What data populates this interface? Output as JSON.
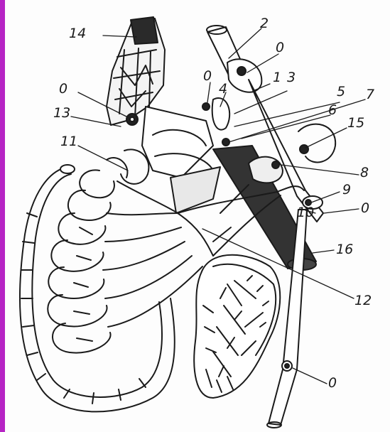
{
  "labels": {
    "l14": "14",
    "l2": "2",
    "l0a": "0",
    "l1": "1",
    "l0b": "0",
    "l3": "3",
    "l0c": "0",
    "l4": "4",
    "l5": "5",
    "l7": "7",
    "l6": "6",
    "l13": "13",
    "l15": "15",
    "l11": "11",
    "l8": "8",
    "l9": "9",
    "l10": "10",
    "l0d": "0",
    "l16": "16",
    "l12": "12",
    "l0e": "0"
  },
  "colors": {
    "ink": "#1a1a1a",
    "paper": "#fdfdfd",
    "edge": "#b624c4",
    "dark": "#3a3a3a"
  }
}
